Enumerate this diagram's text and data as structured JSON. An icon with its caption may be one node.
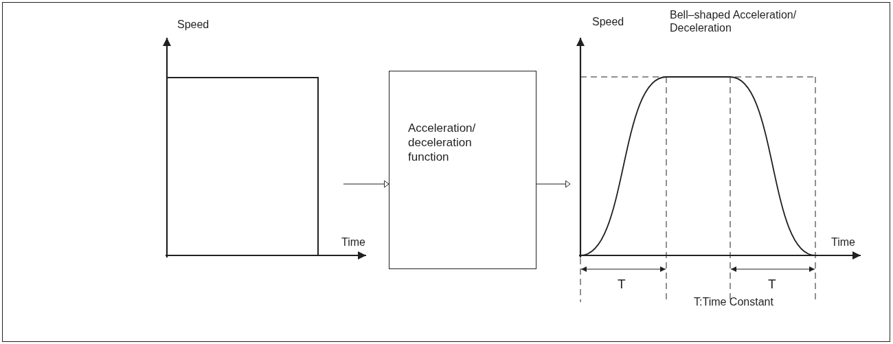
{
  "diagram": {
    "nodes": [
      {
        "text": [],
        "shape": "picture"
      },
      {
        "text": [
          "Acceleration/ deceleration function"
        ]
      },
      {
        "text": [],
        "shape": "picture"
      }
    ],
    "edges": [
      {
        "from": 0,
        "to": 1,
        "arrow": "to"
      },
      {
        "from": 1,
        "to": 2,
        "arrow": "to"
      }
    ],
    "labels": [
      "Speed",
      "Speed",
      "Bell–shaped Acceleration/ Deceleration",
      "Time",
      "Time",
      "T",
      "T",
      "T:Time Constant"
    ]
  }
}
